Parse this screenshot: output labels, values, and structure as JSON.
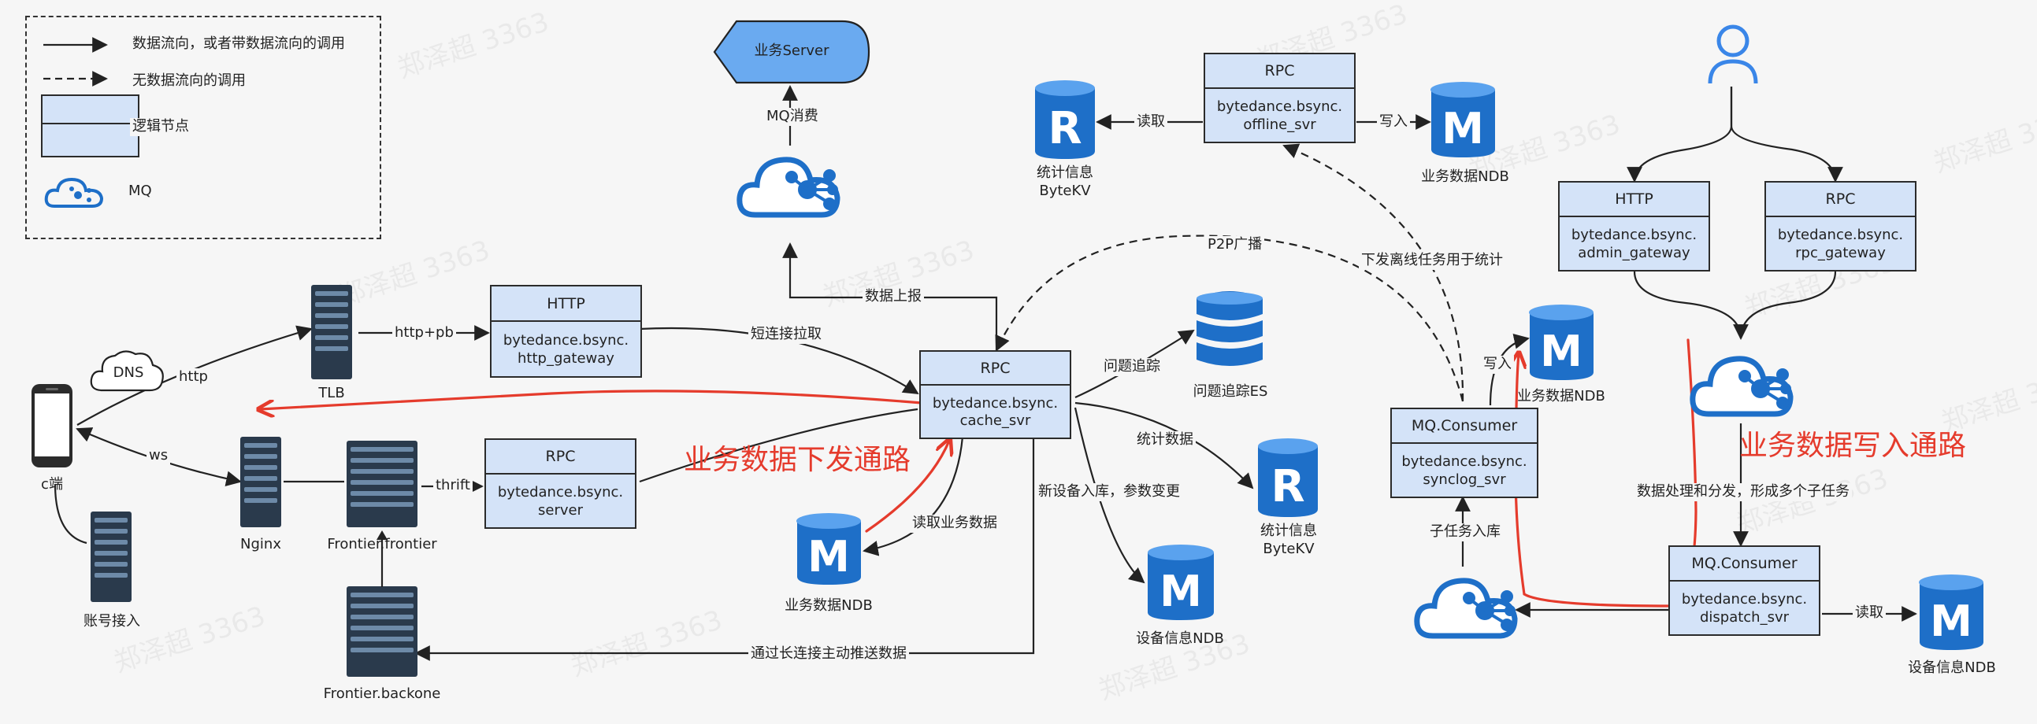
{
  "colors": {
    "accent_red": "#e53b2c",
    "node_fill": "#d4e3f8",
    "icon_blue": "#1e6fc8",
    "server_dark": "#2a3a4c"
  },
  "watermark": "郑泽超 3363",
  "legend": {
    "data_flow": "数据流向，或者带数据流向的调用",
    "no_data_flow": "无数据流向的调用",
    "logic_node": "逻辑节点",
    "mq": "MQ"
  },
  "nodes": {
    "http_gateway": {
      "header": "HTTP",
      "body": "bytedance.bsync.\nhttp_gateway"
    },
    "rpc_server": {
      "header": "RPC",
      "body": "bytedance.bsync.\nserver"
    },
    "cache_svr": {
      "header": "RPC",
      "body": "bytedance.bsync.\ncache_svr"
    },
    "offline_svr": {
      "header": "RPC",
      "body": "bytedance.bsync.\noffline_svr"
    },
    "admin_gateway": {
      "header": "HTTP",
      "body": "bytedance.bsync.\nadmin_gateway"
    },
    "rpc_gateway": {
      "header": "RPC",
      "body": "bytedance.bsync.\nrpc_gateway"
    },
    "synclog_svr": {
      "header": "MQ.Consumer",
      "body": "bytedance.bsync.\nsynclog_svr"
    },
    "dispatch_svr": {
      "header": "MQ.Consumer",
      "body": "bytedance.bsync.\ndispatch_svr"
    }
  },
  "business_server": "业务Server",
  "captions": {
    "tlb": "TLB",
    "client": "c端",
    "account": "账号接入",
    "nginx": "Nginx",
    "frontier": "Frontier.frontier",
    "frontier_backone": "Frontier.backone",
    "dns": "DNS",
    "ndb_business_left": "业务数据NDB",
    "ndb_business_top": "业务数据NDB",
    "ndb_business_right": "业务数据NDB",
    "ndb_device_center": "设备信息NDB",
    "ndb_device_right": "设备信息NDB",
    "es": "问题追踪ES",
    "bytekv_top": "统计信息\nByteKV",
    "bytekv_mid": "统计信息\nByteKV"
  },
  "edge_labels": {
    "http": "http",
    "ws": "ws",
    "http_pb": "http+pb",
    "thrift": "thrift",
    "short_pull": "短连接拉取",
    "report": "数据上报",
    "mq_consume": "MQ消费",
    "p2p": "P2P广播",
    "issue": "问题追踪",
    "stats": "统计数据",
    "new_device": "新设备入库，参数变更",
    "read_business": "读取业务数据",
    "push_long": "通过长连接主动推送数据",
    "read_top": "读取",
    "write_top": "写入",
    "offline_task": "下发离线任务用于统计",
    "write_sync": "写入",
    "subtask": "子任务入库",
    "process": "数据处理和分发，形成多个子任务",
    "read_dispatch": "读取"
  },
  "annotations": {
    "downlink": "业务数据下发通路",
    "write_path": "业务数据写入通路"
  }
}
